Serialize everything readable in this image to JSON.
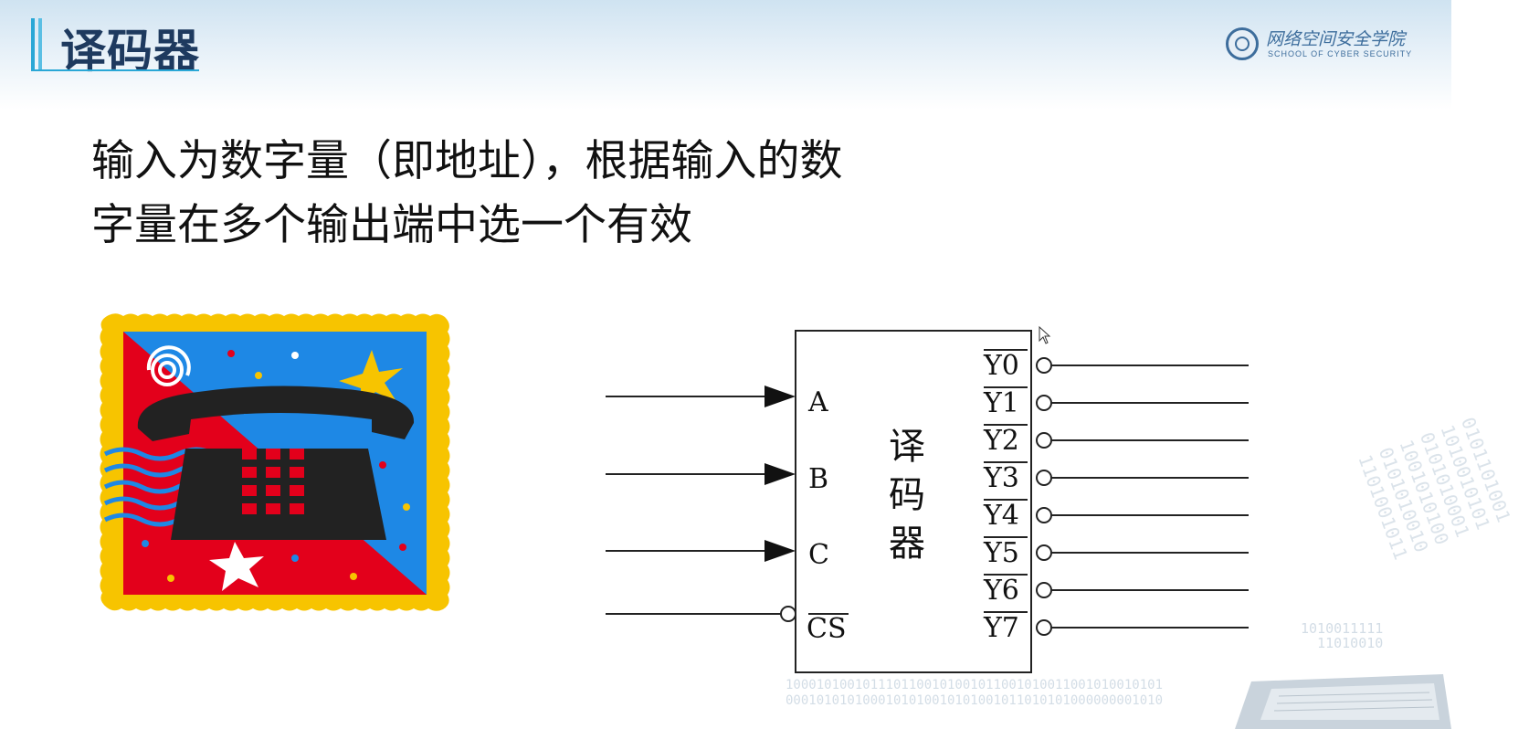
{
  "header": {
    "title": "译码器",
    "logo_text_cn": "网络空间安全学院",
    "logo_text_en": "SCHOOL OF CYBER SECURITY"
  },
  "body": {
    "lines": [
      "输入为数字量（即地址），根据输入的数",
      "字量在多个输出端中选一个有效"
    ]
  },
  "decoder": {
    "block_label": [
      "译",
      "码",
      "器"
    ],
    "inputs": [
      {
        "label": "A",
        "overbar": false
      },
      {
        "label": "B",
        "overbar": false
      },
      {
        "label": "C",
        "overbar": false
      },
      {
        "label": "CS",
        "overbar": true
      }
    ],
    "outputs": [
      "Y0",
      "Y1",
      "Y2",
      "Y3",
      "Y4",
      "Y5",
      "Y6",
      "Y7"
    ]
  },
  "background": {
    "binary_bottom": "1000101001011101100101001011001010011001010010101\n0001010101000101010010101001011010101000000001010",
    "binary_right": "0101101001\n1010010101\n0101010001\n1001010100\n0101010010\n1101001011",
    "binary_corner": "1010011111\n  11010010"
  },
  "colors": {
    "title_text": "#1e3a5f",
    "accent": "#2aa7d6",
    "stamp_border": "#f7c400",
    "stamp_red": "#e3001b",
    "stamp_blue": "#1e88e5"
  }
}
